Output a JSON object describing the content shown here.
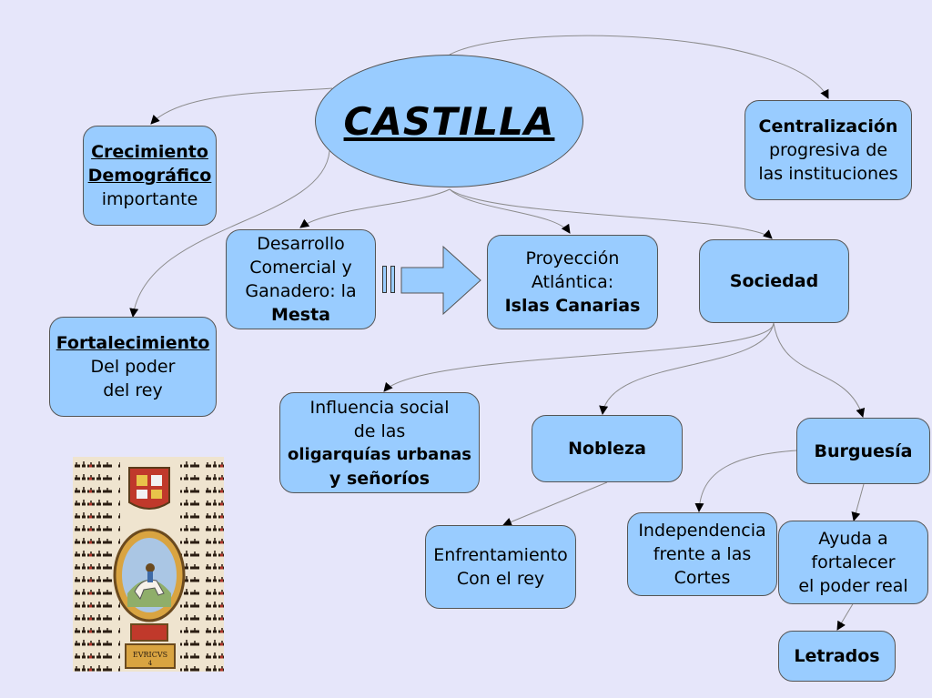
{
  "center": {
    "title": "CASTILLA"
  },
  "nodes": {
    "crecimiento": {
      "line1": "Crecimiento",
      "line2": "Demográfico",
      "line3": "importante"
    },
    "centralizacion": {
      "line1": "Centralización",
      "line2": "progresiva de",
      "line3": "las instituciones"
    },
    "desarrollo": {
      "line1": "Desarrollo",
      "line2": "Comercial y",
      "line3": "Ganadero: la",
      "line4": "Mesta"
    },
    "proyeccion": {
      "line1": "Proyección",
      "line2": "Atlántica:",
      "line3": "Islas Canarias"
    },
    "sociedad": {
      "line1": "Sociedad"
    },
    "fortalecimiento": {
      "line1": "Fortalecimiento",
      "line2": "Del poder",
      "line3": "del rey"
    },
    "influencia": {
      "line1": "Influencia social",
      "line2": "de las",
      "line3": "oligarquías urbanas",
      "line4": "y señoríos"
    },
    "nobleza": {
      "line1": "Nobleza"
    },
    "burguesia": {
      "line1": "Burguesía"
    },
    "enfrentamiento": {
      "line1": "Enfrentamiento",
      "line2": "Con el rey"
    },
    "independencia": {
      "line1": "Independencia",
      "line2": "frente a las",
      "line3": "Cortes"
    },
    "ayuda": {
      "line1": "Ayuda a",
      "line2": "fortalecer",
      "line3": "el poder real"
    },
    "letrados": {
      "line1": "Letrados"
    }
  },
  "manuscript": {
    "caption": "EVRICVS",
    "numeral": "4"
  }
}
